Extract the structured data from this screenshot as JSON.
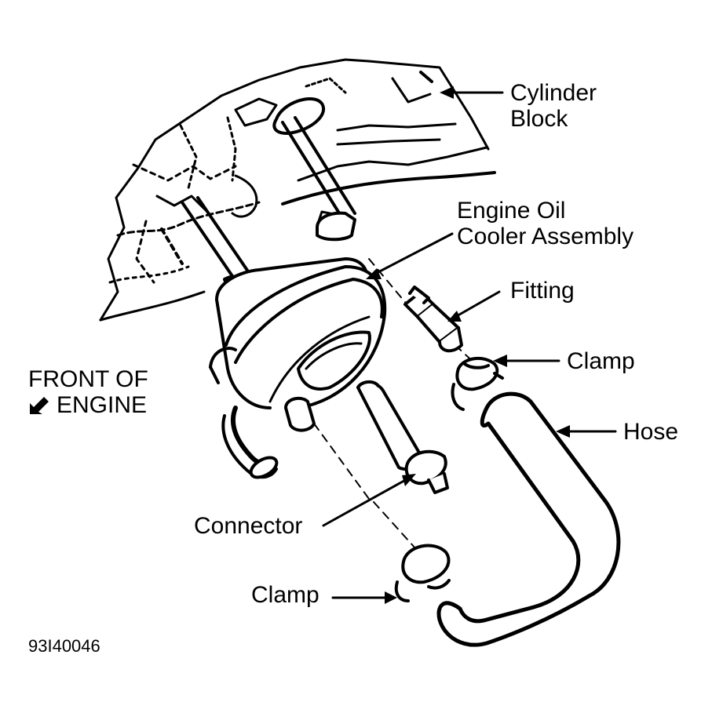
{
  "labels": {
    "cylinder_block": [
      "Cylinder",
      "Block"
    ],
    "oil_cooler": [
      "Engine Oil",
      "Cooler Assembly"
    ],
    "fitting": "Fitting",
    "clamp_upper": "Clamp",
    "hose": "Hose",
    "front_of_engine": [
      "FRONT OF",
      "ENGINE"
    ],
    "connector": "Connector",
    "clamp_lower": "Clamp",
    "figure_id": "93I40046"
  },
  "icons": {
    "front_direction": "arrow-down-left-icon"
  },
  "colors": {
    "ink": "#000000",
    "paper": "#ffffff"
  }
}
